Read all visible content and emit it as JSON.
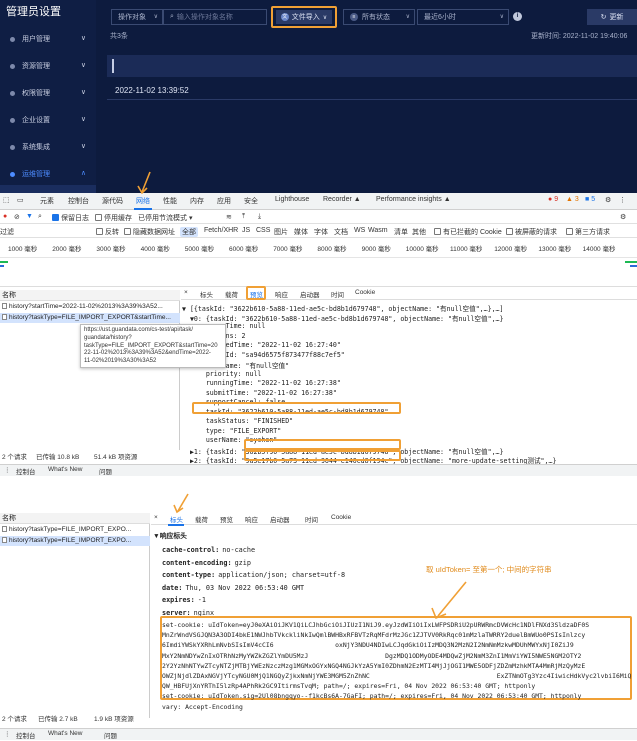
{
  "app": {
    "sidebar_title": "管理员设置",
    "sidebar_items": [
      {
        "label": "用户管理"
      },
      {
        "label": "资源管理"
      },
      {
        "label": "权限管理"
      },
      {
        "label": "企业设置"
      },
      {
        "label": "系统集成"
      },
      {
        "label": "运维管理"
      }
    ],
    "filters": {
      "operation_object": "操作对象",
      "search_placeholder": "输入操作对象名称",
      "import_button": "文件导入",
      "status": "所有状态",
      "time_range": "最近6小时",
      "refresh": "更新"
    },
    "count_text": "共3条",
    "update_time": "更新时间: 2022-11-02 19:40:06",
    "row_date": "2022-11-02 13:39:52"
  },
  "devtools1": {
    "tabs": [
      "元素",
      "控制台",
      "源代码",
      "网络",
      "性能",
      "内存",
      "应用",
      "安全",
      "Lighthouse",
      "Recorder ▲",
      "Performance insights ▲"
    ],
    "badges": {
      "errors": "9",
      "warnings": "3",
      "info": "5"
    },
    "toolbar": {
      "preserve_log": "保留日志",
      "disable_cache": "停用缓存",
      "throttle": "已停用节流模式"
    },
    "filter_row": {
      "label": "过滤",
      "invert": "反转",
      "hide_data": "隐藏数据网址",
      "types": [
        "全部",
        "Fetch/XHR",
        "JS",
        "CSS",
        "图片",
        "媒体",
        "字体",
        "文档",
        "WS",
        "Wasm",
        "清单",
        "其他"
      ],
      "blocked_cookies": "有已拦截的 Cookie",
      "blocked_requests": "被屏蔽的请求",
      "third_party": "第三方请求"
    },
    "ticks": [
      "1000 毫秒",
      "2000 毫秒",
      "3000 毫秒",
      "4000 毫秒",
      "5000 毫秒",
      "6000 毫秒",
      "7000 毫秒",
      "8000 毫秒",
      "9000 毫秒",
      "10000 毫秒",
      "11000 毫秒",
      "12000 毫秒",
      "13000 毫秒",
      "14000 毫秒"
    ],
    "name_header": "名称",
    "requests": [
      "history?startTime=2022-11-02%2013%3A39%3A52...",
      "history?taskType=FILE_IMPORT_EXPORT&startTime..."
    ],
    "tooltip": [
      "https://ust.guandata.com/cs-test/api/task/",
      "guandata/history?",
      "taskType=FILE_IMPORT_EXPORT&startTime=20",
      "22-11-02%2013%3A39%3A52&endTime=2022-",
      "11-02%2019%3A30%3A52"
    ],
    "detail_tabs": [
      "×",
      "标头",
      "载荷",
      "预览",
      "响应",
      "启动器",
      "时间",
      "Cookie"
    ],
    "json_lines": [
      "▼ [{taskId: \"3622b610-5a88-11ed-ae5c-bd8b1d679748\", objectName: \"有null空值\",…},…]",
      "  ▼0: {taskId: \"3622b610-5a88-11ed-ae5c-bd8b1d679748\", objectName: \"有null空值\",…}",
      "      errorTime: null",
      "      ...ions: 2",
      "      ...shedTime: \"2022-11-02 16:27:40\"",
      "      ...ttId: \"sa94d6575f873477f88c7ef5\"",
      "      ...tName: \"有null空值\"",
      "      priority: null",
      "      runningTime: \"2022-11-02 16:27:38\"",
      "      submitTime: \"2022-11-02 16:27:38\"",
      "      supportCancel: false",
      "      taskId: \"3622b610-5a88-11ed-ae5c-bd8b1d679748\"",
      "      taskStatus: \"FINISHED\"",
      "      type: \"FILE_EXPORT\"",
      "      userName: \"sychen\"",
      "  ▶1: {taskId: \"362b5f90-5a88-11ed-ae5c-bd8b1d679748\", objectName: \"有null空值\",…}",
      "  ▶2: {taskId: \"9a5e17b0-5a73-11ed-9644-e140cd8f194c\", objectName: \"more-update-setting测试\",…}"
    ],
    "status": {
      "requests": "2 个请求",
      "transferred": "已传输 10.8 kB",
      "resources": "51.4 kB 项资源"
    },
    "drawer_tabs": [
      "控制台",
      "What's New",
      "问题"
    ]
  },
  "devtools2": {
    "name_header": "名称",
    "requests": [
      "history?taskType=FILE_IMPORT_EXPO...",
      "history?taskType=FILE_IMPORT_EXPO..."
    ],
    "detail_tabs": [
      "×",
      "标头",
      "载荷",
      "预览",
      "响应",
      "启动器",
      "时间",
      "Cookie"
    ],
    "section": "▼响应标头",
    "headers": [
      {
        "k": "cache-control:",
        "v": "no-cache"
      },
      {
        "k": "content-encoding:",
        "v": "gzip"
      },
      {
        "k": "content-type:",
        "v": "application/json; charset=utf-8"
      },
      {
        "k": "date:",
        "v": "Thu, 03 Nov 2022 06:53:40 GMT"
      },
      {
        "k": "expires:",
        "v": "-1"
      },
      {
        "k": "server:",
        "v": "nginx"
      }
    ],
    "note": "取 uIdToken= 至第一个; 中间的字符串",
    "cookie_lines": [
      "set-cookie: uIdToken=eyJ0eXAiOiJKV1QiLCJhbGciOiJIUzI1NiJ9.eyJzdWIiOiIxLWFPSDRiU2pURWRmcDVWcHc1NDlFNXd3SldzaDF0S",
      "MnZrWndVSGJQN3A3ODI4bkE1NWJhbTVkckliNkIwQmlBWHBxRFBVTzRqMFdrMzJGc1ZJTVV0RkRqc01mMzlaTWRRY2duelBmWUo0PSIsInlzcy",
      "6ImdiYWSkYXRhLmNvbSIsImV4cCI6                oxNjY3NDU4NDIwLCJqdGkiOiIzMDQ3N2MzN2I2NmNmMzkwMDUhMWYxNjI0ZiJ9",
      "MxY2NmNDYwZnIxOTRhNzMyYWZkZGZlYmDU5MzJ                    DgzMDQ1ODMyODE4MDQwZjM2NmM3ZnI1MmViYWI5NWE5NGM2OTY2",
      "2Y2YzNhNTYwZTcyNTZjMTBjYWEzNzczMzg1MGMxOGYxNGQ4NGJkYzA5YmI0ZDhmN2EzMTI4MjJjOGI1MWE5ODFjZDZmMzhkMTA4MmRjMzQyMzE",
      "OWZjNjdlZDAxNGVjYTcyNGU0MjQ1NGQyZjkxNmNjYWE3MGM5ZnZhNC                                 ExZTNmOTg3Yzc4IiwicHdkVyc2lvbiI6MiQ.a",
      "QW_HBFUjXnYRThI5lzRp4APhRk2GC9ItirmsTvqM; path=/; expires=Fri, 04 Nov 2022 06:53:40 GMT; httponly",
      "set-cookie: uIdToken.sig=2Ul08bngqyo--f1kcBs6A-7GaFI; path=/; expires=Fri, 04 Nov 2022 06:53:40 GMT; httponly",
      "vary: Accept-Encoding"
    ],
    "status": {
      "requests": "2 个请求",
      "transferred": "已传输 2.7 kB",
      "resources": "1.9 kB 项资源"
    },
    "drawer_tabs": [
      "控制台",
      "What's New",
      "问题"
    ]
  },
  "colors": {
    "app_bg": "#0d1b3e",
    "highlight": "#f0a035",
    "accent": "#1a73e8",
    "active_nav": "#4d8cff"
  },
  "icons": [
    "chevron-down-icon",
    "search-icon",
    "file-icon",
    "refresh-icon",
    "info-icon",
    "record-icon",
    "clear-icon",
    "filter-icon",
    "search-icon",
    "upload-icon",
    "download-icon",
    "gear-icon",
    "more-icon",
    "close-icon"
  ]
}
